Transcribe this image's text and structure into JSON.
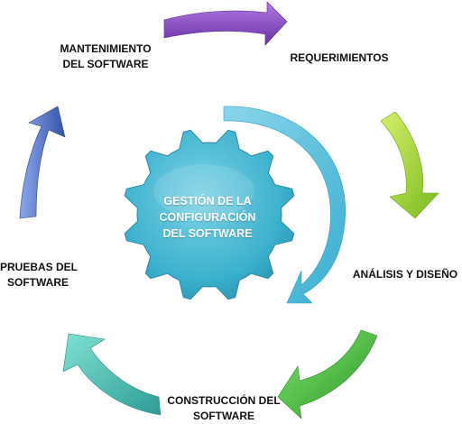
{
  "center": {
    "lines": [
      "GESTIÓN DE LA",
      "CONFIGURACIÓN",
      "DEL SOFTWARE"
    ]
  },
  "stages": [
    {
      "id": "requerimientos",
      "lines": [
        "REQUERIMIENTOS"
      ],
      "arrow_color": "#8a4cc0"
    },
    {
      "id": "analisis",
      "lines": [
        "ANÁLISIS Y DISEÑO"
      ],
      "arrow_color": "#9bd23a"
    },
    {
      "id": "construccion",
      "lines": [
        "CONSTRUCCIÓN DEL",
        "SOFTWARE"
      ],
      "arrow_color": "#4cc34a"
    },
    {
      "id": "pruebas",
      "lines": [
        "PRUEBAS DEL",
        "SOFTWARE"
      ],
      "arrow_color": "#3fb9b0"
    },
    {
      "id": "mantenimiento",
      "lines": [
        "MANTENIMIENTO",
        "DEL SOFTWARE"
      ],
      "arrow_color": "#4f74c6"
    }
  ],
  "colors": {
    "gear": "#45b8d2",
    "gear_text": "#ffffff",
    "cycle_arrow": "#5fc0dc"
  },
  "icons": [
    "gear-icon",
    "circular-arrow-icon",
    "curved-arrow-icon"
  ]
}
